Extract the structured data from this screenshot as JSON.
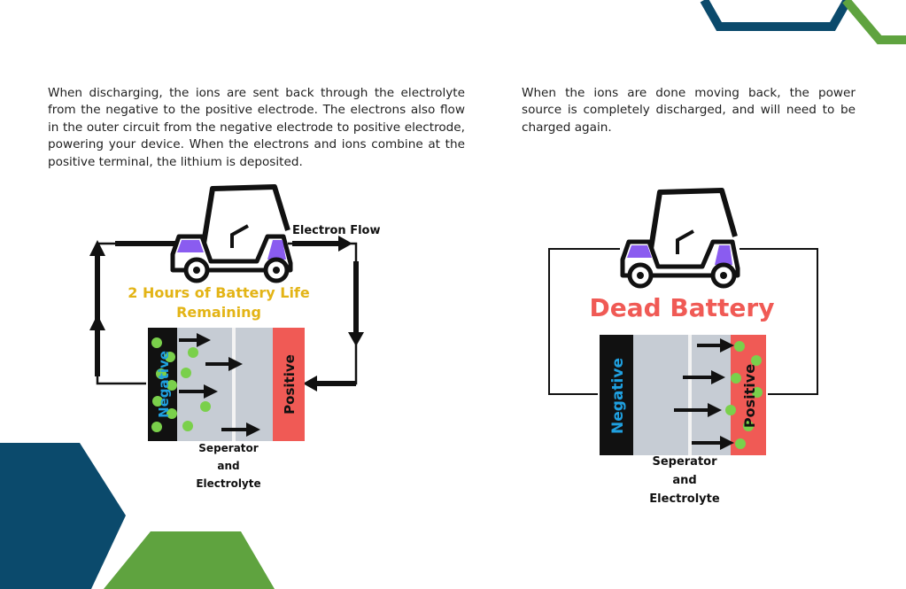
{
  "colors": {
    "navy": "#0b4a6c",
    "green": "#5fa33f",
    "positive_red": "#f05a55",
    "electrolyte_gray": "#c6ccd4",
    "negative_text_blue": "#1fa0e0",
    "ion_green": "#7ad04b",
    "life_text_yellow": "#e3b416",
    "dead_text_red": "#f05a55",
    "cart_purple": "#8a5cf0"
  },
  "text": {
    "left_paragraph": "When discharging, the ions are sent back through the electrolyte from the negative to the positive electrode. The electrons also flow in the outer circuit from the negative electrode to positive electrode, powering your device. When the electrons and ions combine at the positive terminal, the lithium is deposited.",
    "right_paragraph": "When the ions are done moving back, the power source is completely discharged, and will need to be charged again."
  },
  "diagram_left": {
    "flow_label": "Electron Flow",
    "status_line1": "2 Hours of Battery Life",
    "status_line2": "Remaining",
    "negative_label": "Negative",
    "positive_label": "Positive",
    "separator_line1": "Seperator",
    "separator_line2": "and",
    "separator_line3": "Electrolyte",
    "icons": [
      "golf-cart-icon",
      "arrow-icon"
    ]
  },
  "diagram_right": {
    "status": "Dead Battery",
    "negative_label": "Negative",
    "positive_label": "Positive",
    "separator_line1": "Seperator",
    "separator_line2": "and",
    "separator_line3": "Electrolyte",
    "icons": [
      "golf-cart-icon",
      "arrow-icon"
    ]
  }
}
